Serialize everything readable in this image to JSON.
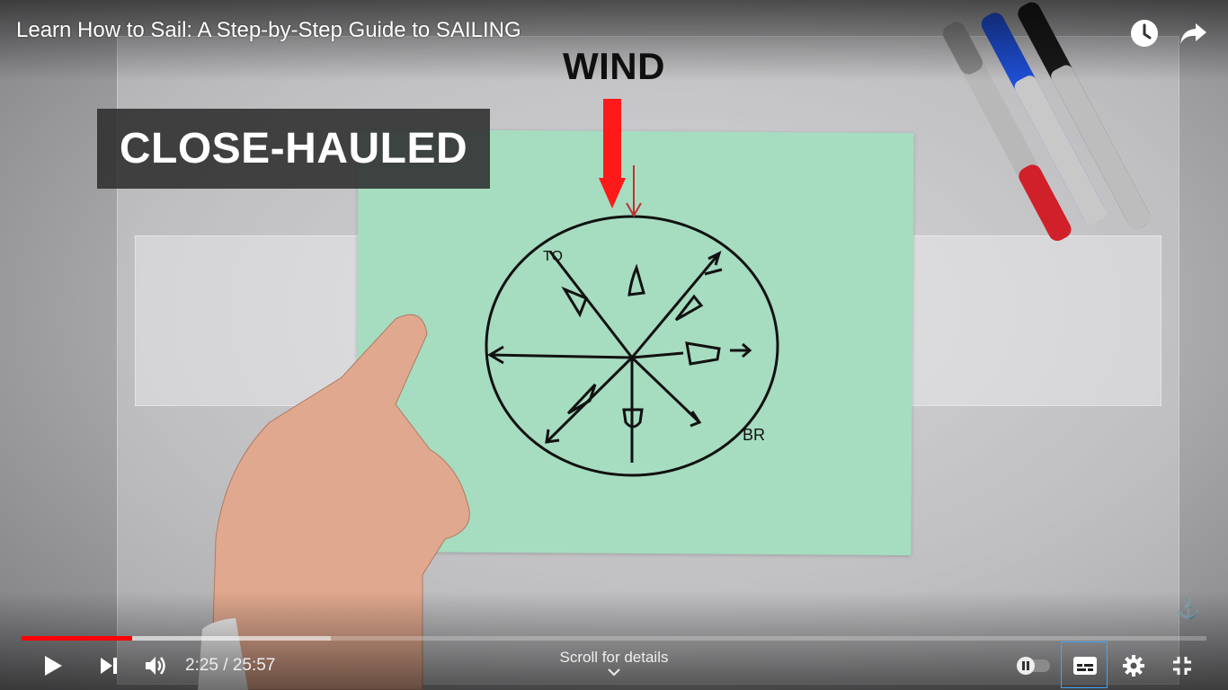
{
  "video": {
    "title": "Learn How to Sail: A Step-by-Step Guide to SAILING",
    "overlay_banner": "CLOSE-HAULED",
    "wind_label": "WIND",
    "diagram_labels": {
      "top_left": "TO",
      "bottom_right": "BR"
    },
    "accent_color": "#ff0000",
    "paper_color": "#a6dcc0"
  },
  "top_controls": {
    "watch_later_icon": "clock-icon",
    "share_icon": "share-arrow-icon"
  },
  "playback": {
    "current_time": "2:25",
    "duration": "25:57",
    "time_display": "2:25 / 25:57",
    "played_fraction": 0.093,
    "buffered_fraction": 0.261
  },
  "controls": {
    "play_icon": "play-icon",
    "next_icon": "next-icon",
    "volume_icon": "volume-icon",
    "autoplay_icon": "autoplay-toggle-icon",
    "captions_icon": "captions-icon",
    "settings_icon": "gear-icon",
    "exit_fullscreen_icon": "exit-fullscreen-icon",
    "scroll_for_details": "Scroll for details"
  }
}
